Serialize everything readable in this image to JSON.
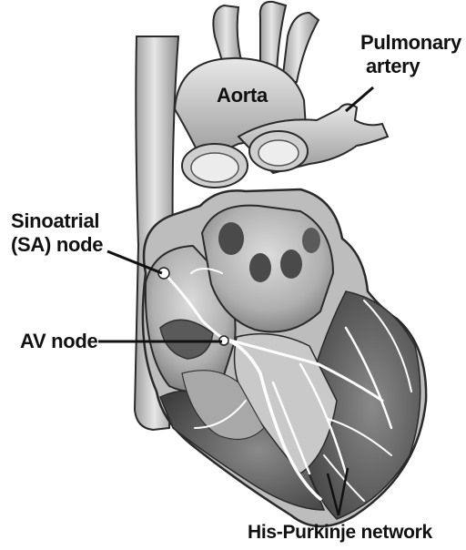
{
  "labels": {
    "aorta": "Aorta",
    "pulmonary_artery_line1": "Pulmonary",
    "pulmonary_artery_line2": "artery",
    "sa_node_line1": "Sinoatrial",
    "sa_node_line2": "(SA) node",
    "av_node": "AV node",
    "his_purkinje": "His-Purkinje network"
  },
  "colors": {
    "outline": "#2a2a2a",
    "vessel_light": "#d9d9d9",
    "vessel_mid": "#b3b3b3",
    "chamber_dark": "#8a8a8a",
    "chamber_deep": "#4a4a4a",
    "conduction_white": "#ffffff"
  }
}
